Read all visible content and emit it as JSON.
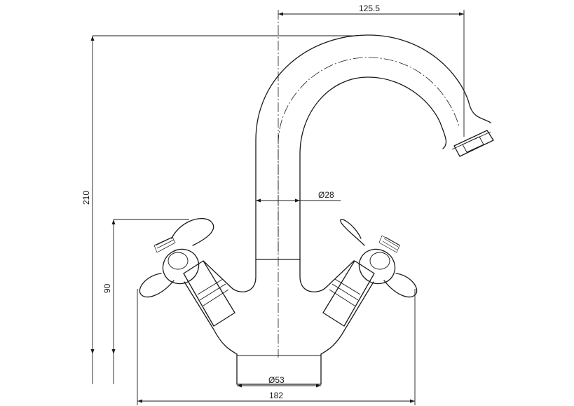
{
  "drawing": {
    "dimensions": {
      "spout_reach": "125.5",
      "spout_diameter": "Ø28",
      "total_height": "210",
      "handle_height": "90",
      "base_diameter": "Ø53",
      "total_width": "182"
    }
  }
}
